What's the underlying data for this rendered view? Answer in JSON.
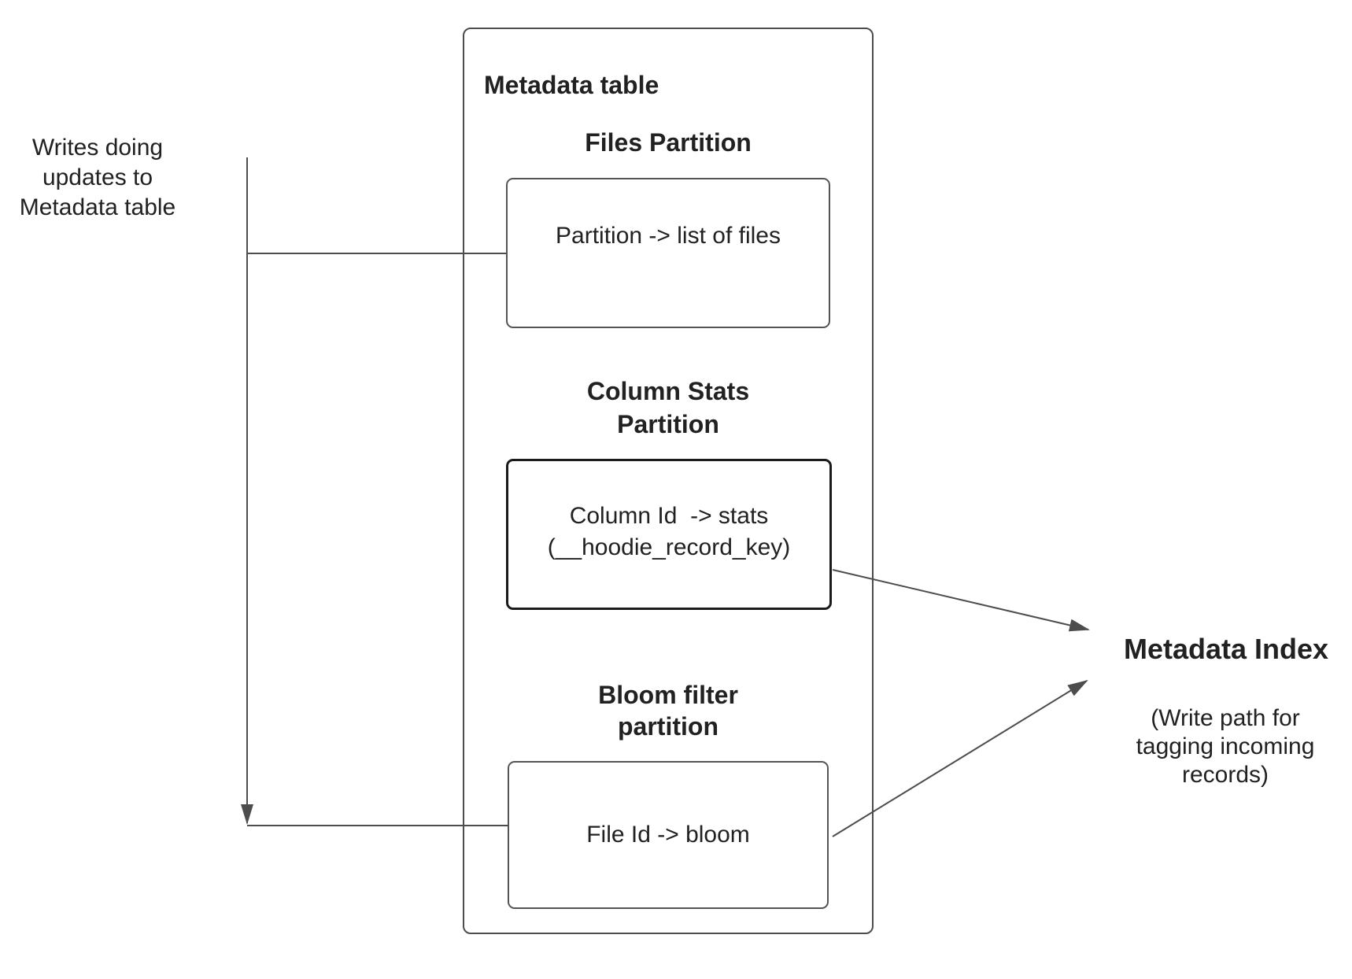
{
  "diagram": {
    "writes_label": "Writes doing\nupdates to\nMetadata table",
    "metadata_table": {
      "title": "Metadata table",
      "partitions": [
        {
          "heading": "Files Partition",
          "content": "Partition -> list of files"
        },
        {
          "heading": "Column Stats\nPartition",
          "content": "Column Id  -> stats\n(__hoodie_record_key)"
        },
        {
          "heading": "Bloom filter\npartition",
          "content": "File Id -> bloom"
        }
      ]
    },
    "metadata_index": {
      "title": "Metadata Index",
      "subtitle": "(Write path for\ntagging incoming\nrecords)"
    },
    "colors": {
      "line": "#4d4d4d",
      "box_border": "#545454",
      "stats_box_border": "#1a1a1a",
      "text": "#212121",
      "background": "#ffffff"
    }
  }
}
